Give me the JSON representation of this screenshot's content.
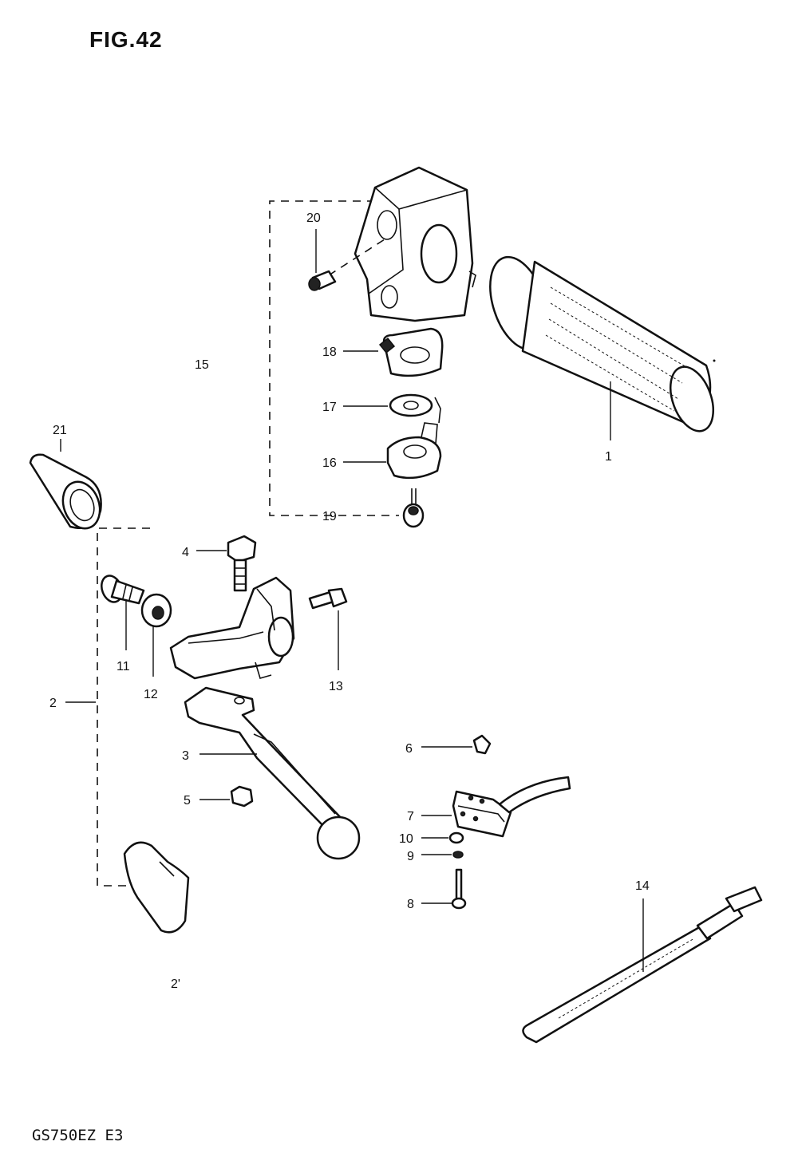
{
  "figure": {
    "title": "FIG.42",
    "model_code": "GS750EZ E3"
  },
  "callouts": {
    "c1": "1",
    "c2": "2",
    "c3": "3",
    "c4": "4",
    "c5": "5",
    "c6": "6",
    "c7": "7",
    "c8": "8",
    "c9": "9",
    "c10": "10",
    "c11": "11",
    "c12": "12",
    "c13": "13",
    "c14": "14",
    "c15": "15",
    "c16": "16",
    "c17": "17",
    "c18": "18",
    "c19": "19",
    "c20": "20",
    "c21": "21",
    "c22": "2'"
  }
}
